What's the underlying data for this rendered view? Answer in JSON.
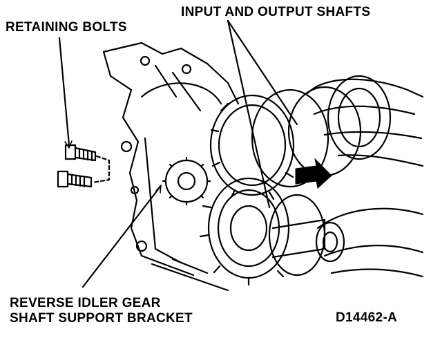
{
  "labels": {
    "retaining_bolts": "RETAINING BOLTS",
    "shafts": "INPUT AND OUTPUT SHAFTS",
    "bracket_line1": "REVERSE IDLER GEAR",
    "bracket_line2": "SHAFT SUPPORT BRACKET",
    "figure_id": "D14462-A"
  },
  "colors": {
    "ink": "#000000",
    "paper": "#ffffff"
  }
}
